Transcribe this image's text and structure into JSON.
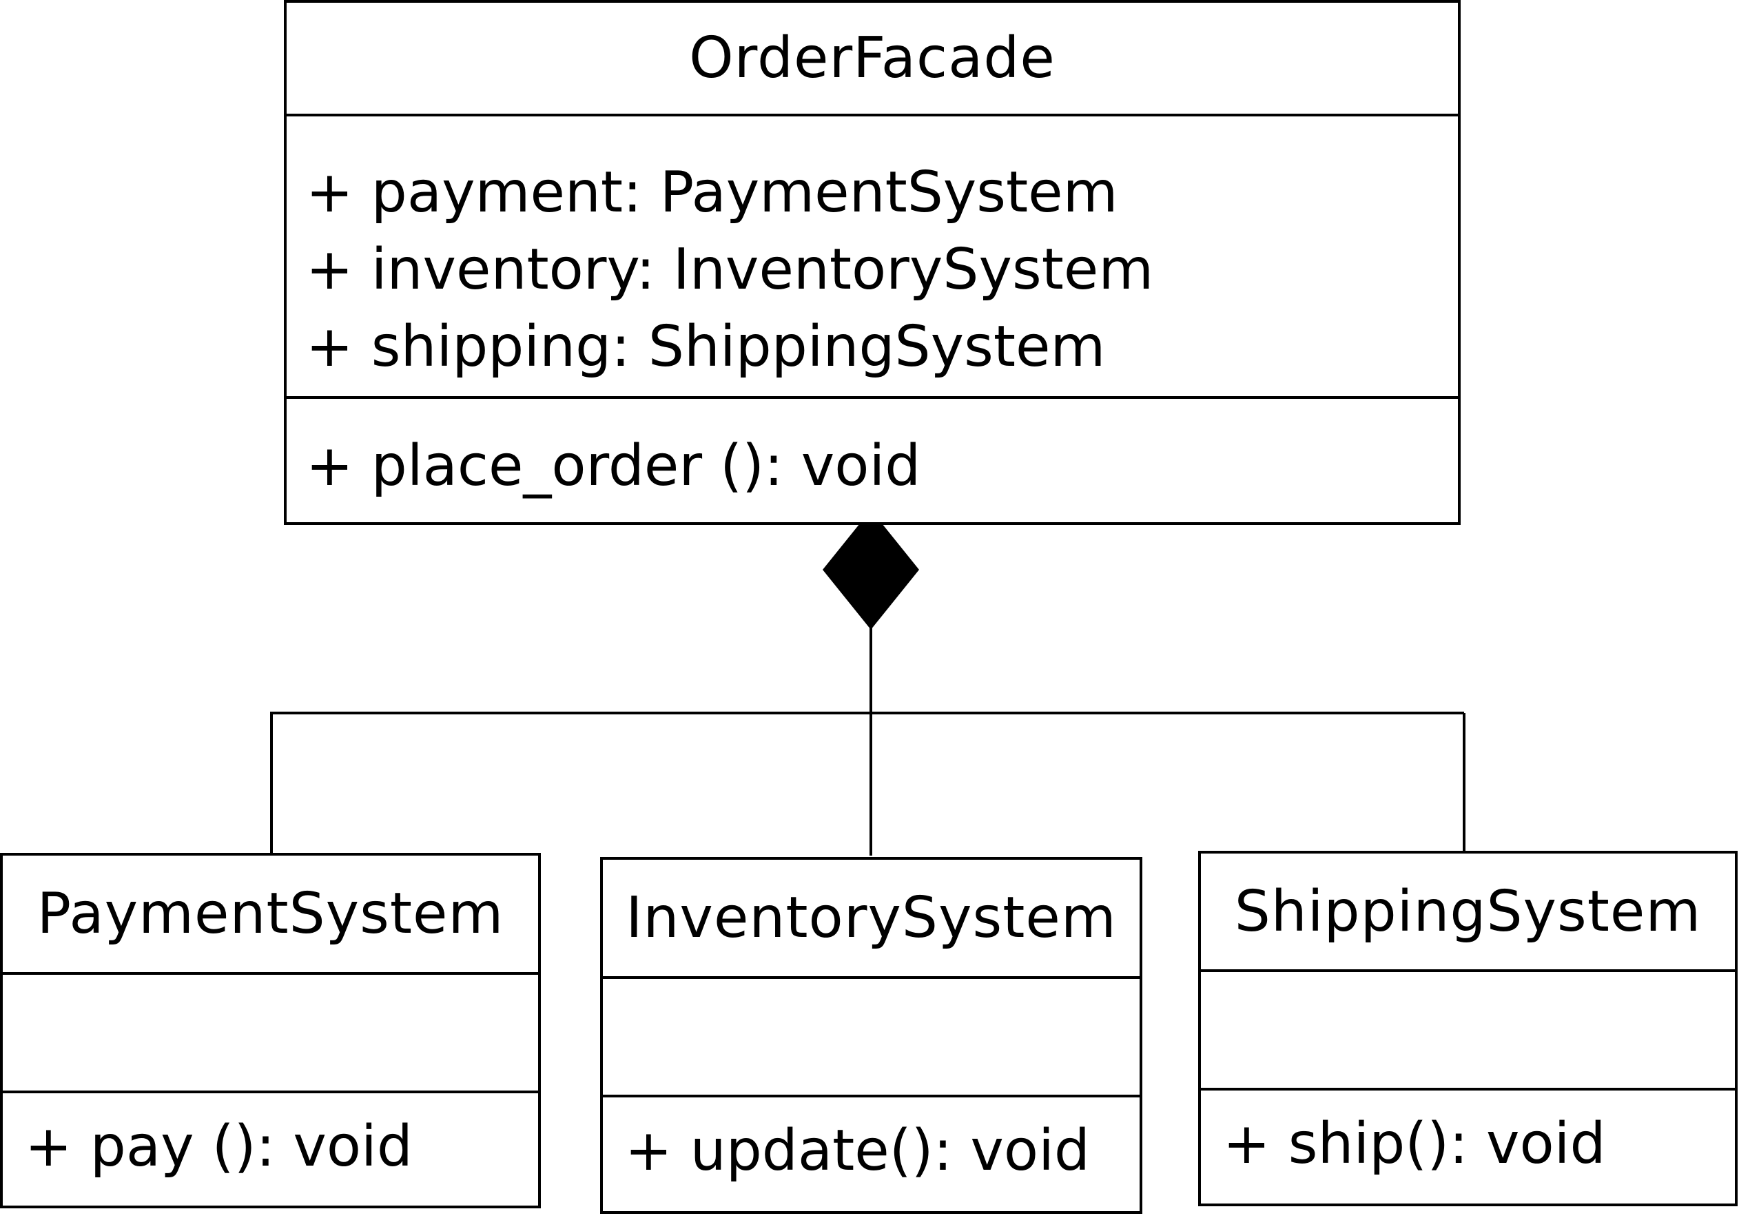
{
  "classes": {
    "facade": {
      "name": "OrderFacade",
      "attributes": [
        "+ payment: PaymentSystem",
        "+ inventory: InventorySystem",
        "+ shipping: ShippingSystem"
      ],
      "methods": [
        "+ place_order (): void"
      ]
    },
    "payment": {
      "name": "PaymentSystem",
      "attributes": [],
      "methods": [
        "+ pay (): void"
      ]
    },
    "inventory": {
      "name": "InventorySystem",
      "attributes": [],
      "methods": [
        "+ update(): void"
      ]
    },
    "shipping": {
      "name": "ShippingSystem",
      "attributes": [],
      "methods": [
        "+ ship(): void"
      ]
    }
  },
  "relationship": {
    "type": "composition",
    "whole": "OrderFacade",
    "parts": [
      "PaymentSystem",
      "InventorySystem",
      "ShippingSystem"
    ]
  }
}
